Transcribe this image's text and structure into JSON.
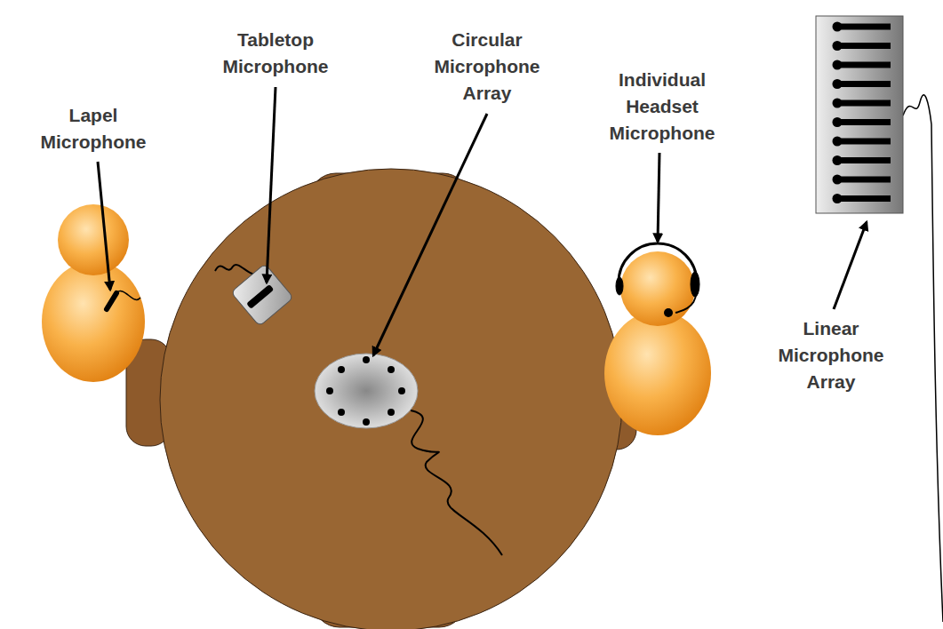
{
  "diagram": {
    "labels": [
      "Lapel Microphone",
      "Tabletop Microphone",
      "Circular Microphone Array",
      "Individual Headset Microphone",
      "Linear Microphone Array"
    ]
  }
}
